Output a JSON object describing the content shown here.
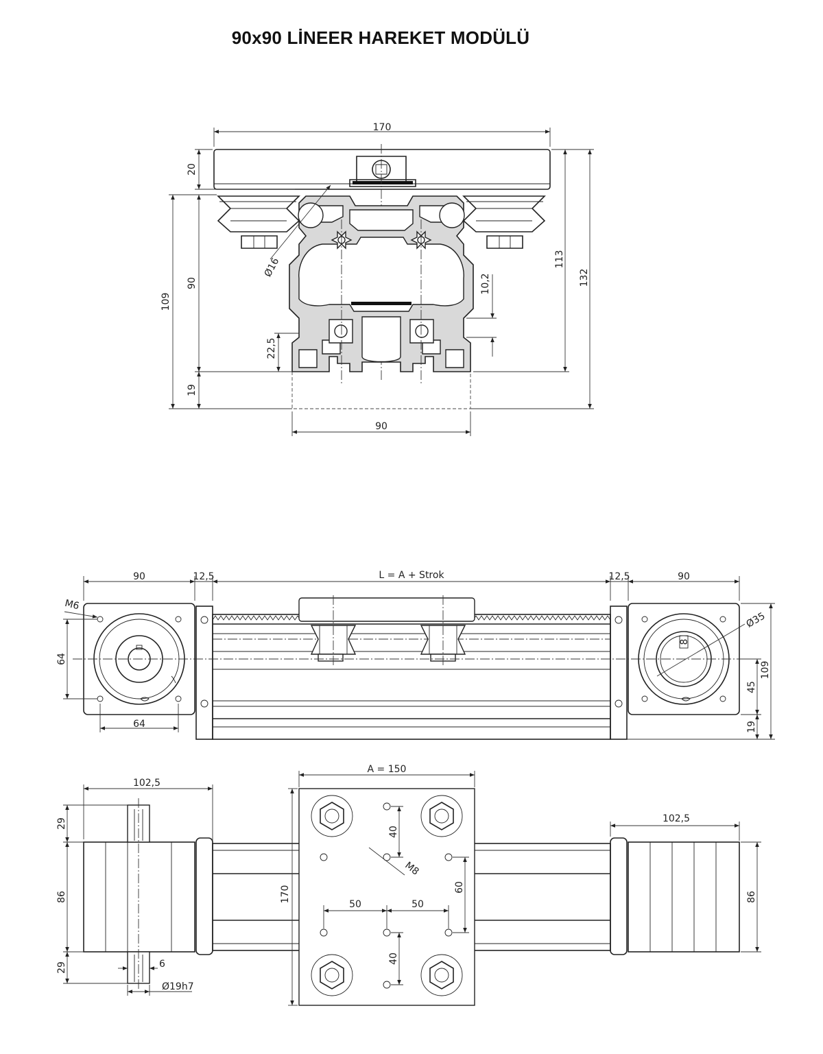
{
  "title": "90x90 LİNEER HAREKET MODÜLÜ",
  "section_view": {
    "dimensions": [
      "170",
      "20",
      "109",
      "90",
      "19",
      "Ø16",
      "10,2",
      "22,5",
      "113",
      "132",
      "90"
    ]
  },
  "side_view": {
    "dimensions": [
      "90",
      "12,5",
      "L = A + Strok",
      "12,5",
      "90",
      "M6",
      "64",
      "64",
      "Ø35",
      "8",
      "109",
      "45",
      "19"
    ]
  },
  "top_view": {
    "dimensions": [
      "102,5",
      "29",
      "86",
      "29",
      "6",
      "Ø19h7",
      "A = 150",
      "40",
      "M8",
      "60",
      "170",
      "50",
      "50",
      "40",
      "102,5",
      "86"
    ]
  }
}
